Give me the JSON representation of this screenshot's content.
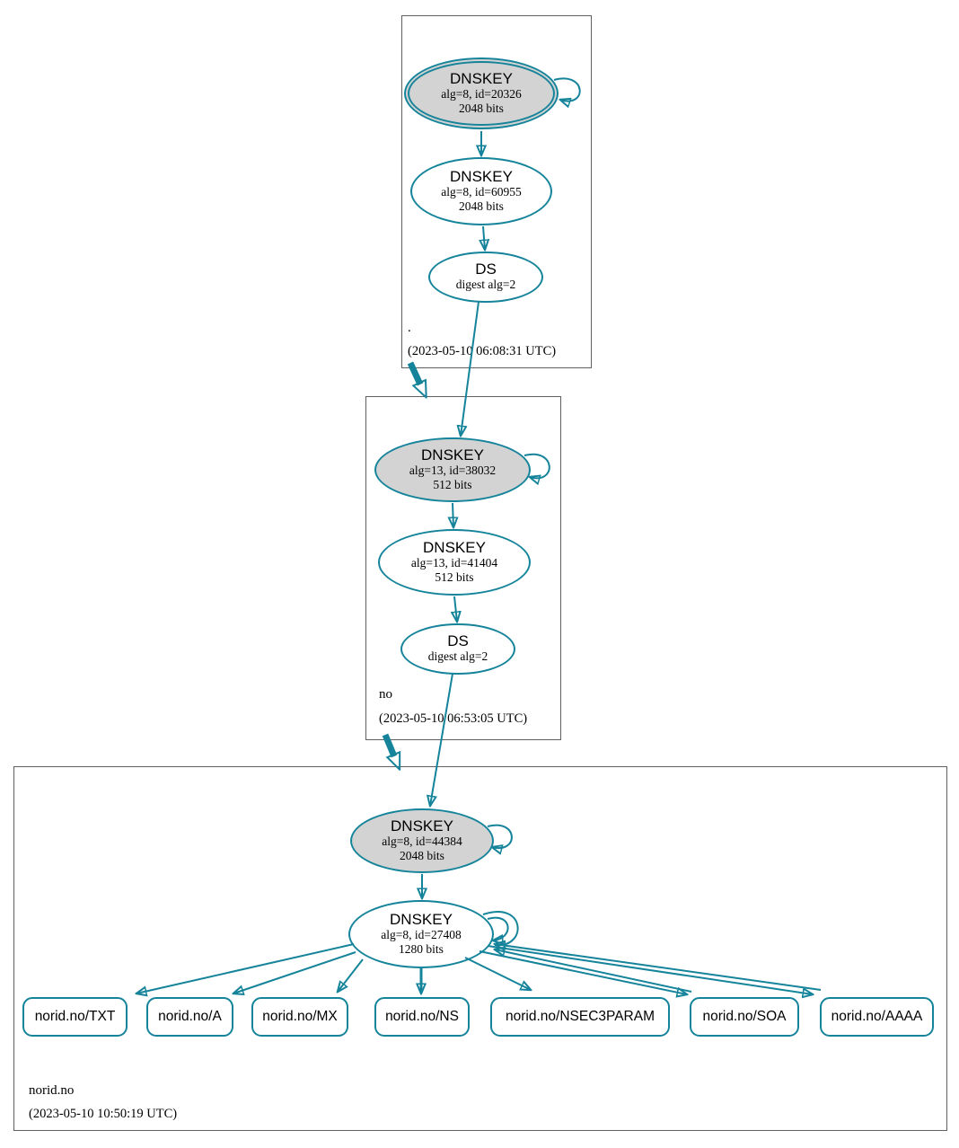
{
  "colors": {
    "edge": "#15849b",
    "ksk_fill": "#d3d3d3",
    "node_fill": "#ffffff"
  },
  "zones": [
    {
      "label": ".",
      "timestamp": "(2023-05-10 06:08:31 UTC)",
      "ksk": {
        "title": "DNSKEY",
        "meta": "alg=8, id=20326",
        "bits": "2048 bits"
      },
      "zsk": {
        "title": "DNSKEY",
        "meta": "alg=8, id=60955",
        "bits": "2048 bits"
      },
      "ds": {
        "title": "DS",
        "meta": "digest alg=2"
      }
    },
    {
      "label": "no",
      "timestamp": "(2023-05-10 06:53:05 UTC)",
      "ksk": {
        "title": "DNSKEY",
        "meta": "alg=13, id=38032",
        "bits": "512 bits"
      },
      "zsk": {
        "title": "DNSKEY",
        "meta": "alg=13, id=41404",
        "bits": "512 bits"
      },
      "ds": {
        "title": "DS",
        "meta": "digest alg=2"
      }
    },
    {
      "label": "norid.no",
      "timestamp": "(2023-05-10 10:50:19 UTC)",
      "ksk": {
        "title": "DNSKEY",
        "meta": "alg=8, id=44384",
        "bits": "2048 bits"
      },
      "zsk": {
        "title": "DNSKEY",
        "meta": "alg=8, id=27408",
        "bits": "1280 bits"
      },
      "rrsets": [
        {
          "label": "norid.no/TXT"
        },
        {
          "label": "norid.no/A"
        },
        {
          "label": "norid.no/MX"
        },
        {
          "label": "norid.no/NS"
        },
        {
          "label": "norid.no/NSEC3PARAM"
        },
        {
          "label": "norid.no/SOA"
        },
        {
          "label": "norid.no/AAAA"
        }
      ]
    }
  ]
}
